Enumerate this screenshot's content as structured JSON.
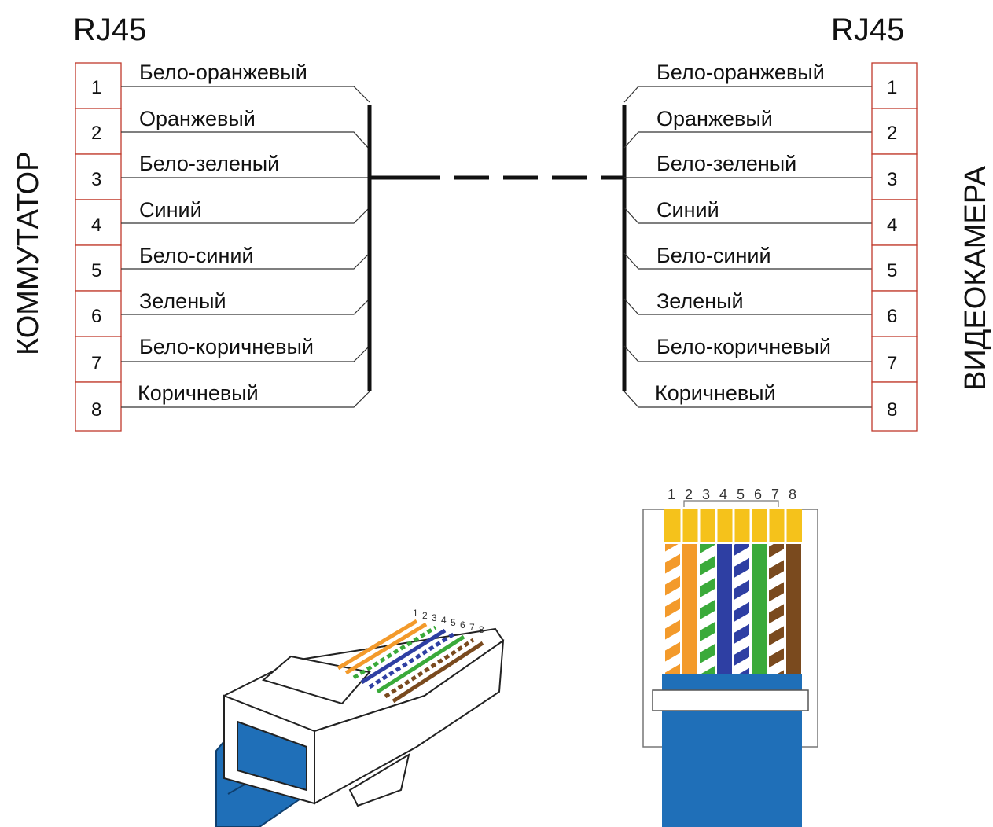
{
  "left_connector": {
    "title": "RJ45",
    "side_label": "КОММУТАТОР",
    "pins": [
      {
        "pin": "1",
        "wire": "Бело-оранжевый"
      },
      {
        "pin": "2",
        "wire": "Оранжевый"
      },
      {
        "pin": "3",
        "wire": "Бело-зеленый"
      },
      {
        "pin": "4",
        "wire": "Синий"
      },
      {
        "pin": "5",
        "wire": "Бело-синий"
      },
      {
        "pin": "6",
        "wire": "Зеленый"
      },
      {
        "pin": "7",
        "wire": "Бело-коричневый"
      },
      {
        "pin": "8",
        "wire": "Коричневый"
      }
    ]
  },
  "right_connector": {
    "title": "RJ45",
    "side_label": "ВИДЕОКАМЕРА",
    "pins": [
      {
        "pin": "1",
        "wire": "Бело-оранжевый"
      },
      {
        "pin": "2",
        "wire": "Оранжевый"
      },
      {
        "pin": "3",
        "wire": "Бело-зеленый"
      },
      {
        "pin": "4",
        "wire": "Синий"
      },
      {
        "pin": "5",
        "wire": "Бело-синий"
      },
      {
        "pin": "6",
        "wire": "Зеленый"
      },
      {
        "pin": "7",
        "wire": "Бело-коричневый"
      },
      {
        "pin": "8",
        "wire": "Коричневый"
      }
    ]
  },
  "plug_front": {
    "pin_numbers": [
      "1",
      "2",
      "3",
      "4",
      "5",
      "6",
      "7",
      "8"
    ]
  },
  "plug_perspective": {
    "pin_numbers": [
      "1",
      "2",
      "3",
      "4",
      "5",
      "6",
      "7",
      "8"
    ]
  },
  "wire_colors": [
    {
      "name": "white-orange",
      "base": "#ffffff",
      "stripe": "#f39a2b"
    },
    {
      "name": "orange",
      "base": "#f39a2b",
      "stripe": "#f39a2b"
    },
    {
      "name": "white-green",
      "base": "#ffffff",
      "stripe": "#3aaa3a"
    },
    {
      "name": "blue",
      "base": "#2e3fa3",
      "stripe": "#2e3fa3"
    },
    {
      "name": "white-blue",
      "base": "#ffffff",
      "stripe": "#2e3fa3"
    },
    {
      "name": "green",
      "base": "#3aaa3a",
      "stripe": "#3aaa3a"
    },
    {
      "name": "white-brown",
      "base": "#ffffff",
      "stripe": "#7a4a1e"
    },
    {
      "name": "brown",
      "base": "#7a4a1e",
      "stripe": "#7a4a1e"
    }
  ],
  "colors": {
    "pin_box_border": "#c0392b",
    "contact_gold": "#f5c21b",
    "cable_blue": "#1f6fb8"
  }
}
